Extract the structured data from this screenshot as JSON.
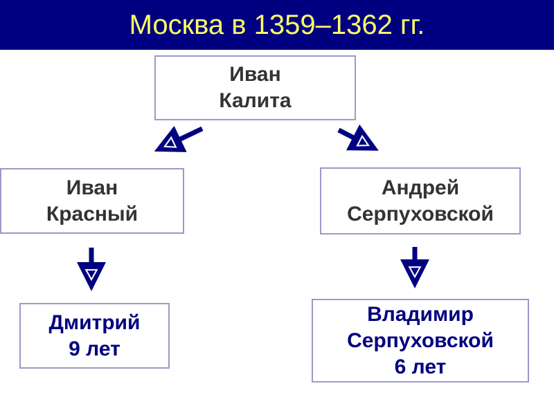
{
  "title": "Москва в 1359–1362 гг.",
  "colors": {
    "header_bg": "#000080",
    "title": "#ffff66",
    "arrow": "#000080",
    "border": "#9a9ac6"
  },
  "nodes": {
    "root": {
      "line1": "Иван",
      "line2": "Калита"
    },
    "left_child": {
      "line1": "Иван",
      "line2": "Красный"
    },
    "right_child": {
      "line1": "Андрей",
      "line2": "Серпуховской"
    },
    "left_grandchild": {
      "line1": "Дмитрий",
      "line2": "9 лет"
    },
    "right_grandchild": {
      "line1": "Владимир",
      "line2": "Серпуховской",
      "line3": "6 лет"
    }
  }
}
